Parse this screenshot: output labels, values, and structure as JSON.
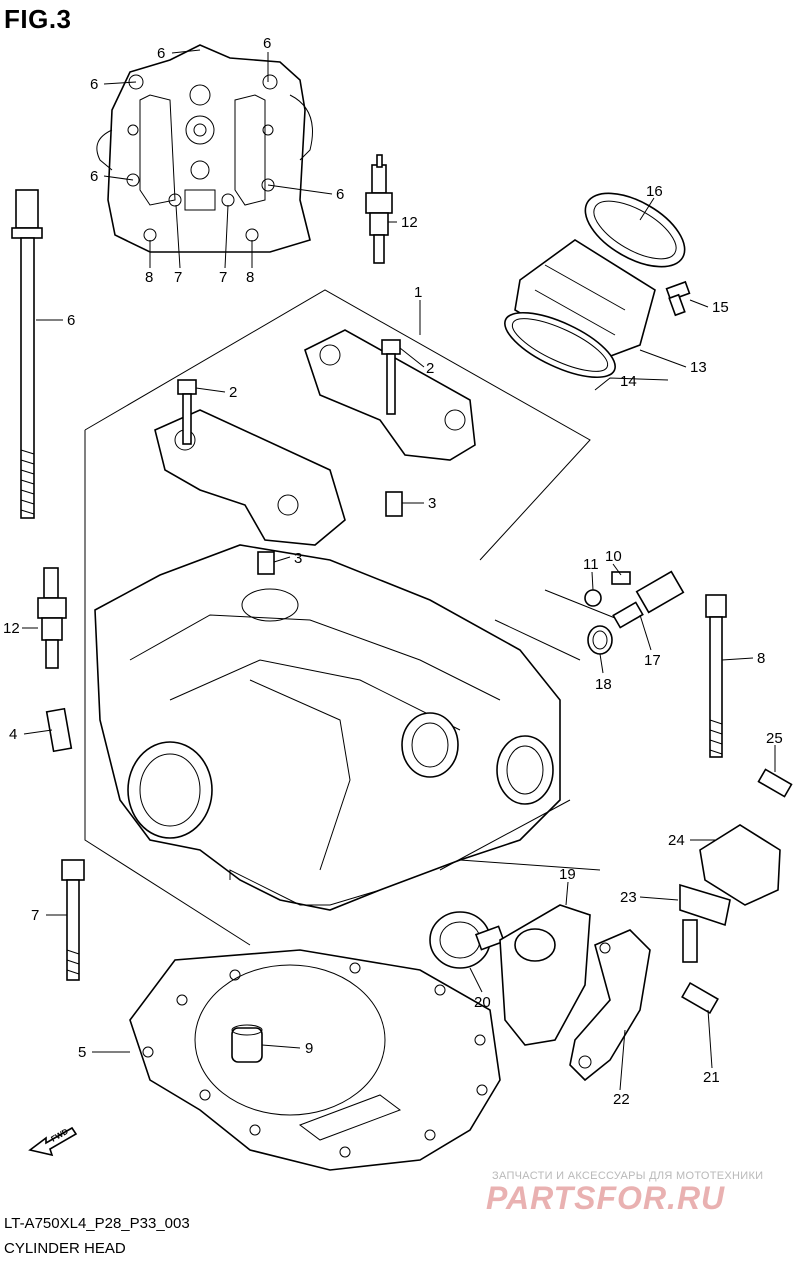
{
  "figure": {
    "title": "FIG.3",
    "code": "LT-A750XL4_P28_P33_003",
    "name": "CYLINDER HEAD"
  },
  "forward_marker": "FWD",
  "callouts": [
    {
      "id": "c6a",
      "text": "6"
    },
    {
      "id": "c6b",
      "text": "6"
    },
    {
      "id": "c6c",
      "text": "6"
    },
    {
      "id": "c6d",
      "text": "6"
    },
    {
      "id": "c6e",
      "text": "6"
    },
    {
      "id": "c8a",
      "text": "8"
    },
    {
      "id": "c7a",
      "text": "7"
    },
    {
      "id": "c7b",
      "text": "7"
    },
    {
      "id": "c8b",
      "text": "8"
    },
    {
      "id": "c12a",
      "text": "12"
    },
    {
      "id": "c16",
      "text": "16"
    },
    {
      "id": "c15",
      "text": "15"
    },
    {
      "id": "c13",
      "text": "13"
    },
    {
      "id": "c14",
      "text": "14"
    },
    {
      "id": "c1",
      "text": "1"
    },
    {
      "id": "c6f",
      "text": "6"
    },
    {
      "id": "c2a",
      "text": "2"
    },
    {
      "id": "c2b",
      "text": "2"
    },
    {
      "id": "c3a",
      "text": "3"
    },
    {
      "id": "c3b",
      "text": "3"
    },
    {
      "id": "c11",
      "text": "11"
    },
    {
      "id": "c10",
      "text": "10"
    },
    {
      "id": "c12b",
      "text": "12"
    },
    {
      "id": "c8c",
      "text": "8"
    },
    {
      "id": "c17",
      "text": "17"
    },
    {
      "id": "c18",
      "text": "18"
    },
    {
      "id": "c4",
      "text": "4"
    },
    {
      "id": "c25",
      "text": "25"
    },
    {
      "id": "c24",
      "text": "24"
    },
    {
      "id": "c19",
      "text": "19"
    },
    {
      "id": "c23",
      "text": "23"
    },
    {
      "id": "c7c",
      "text": "7"
    },
    {
      "id": "c20",
      "text": "20"
    },
    {
      "id": "c5",
      "text": "5"
    },
    {
      "id": "c9",
      "text": "9"
    },
    {
      "id": "c21",
      "text": "21"
    },
    {
      "id": "c22",
      "text": "22"
    }
  ],
  "watermark": {
    "tagline": "ЗАПЧАСТИ И АКСЕССУАРЫ ДЛЯ МОТОТЕХНИКИ",
    "logo": "PARTSFOR.RU"
  }
}
